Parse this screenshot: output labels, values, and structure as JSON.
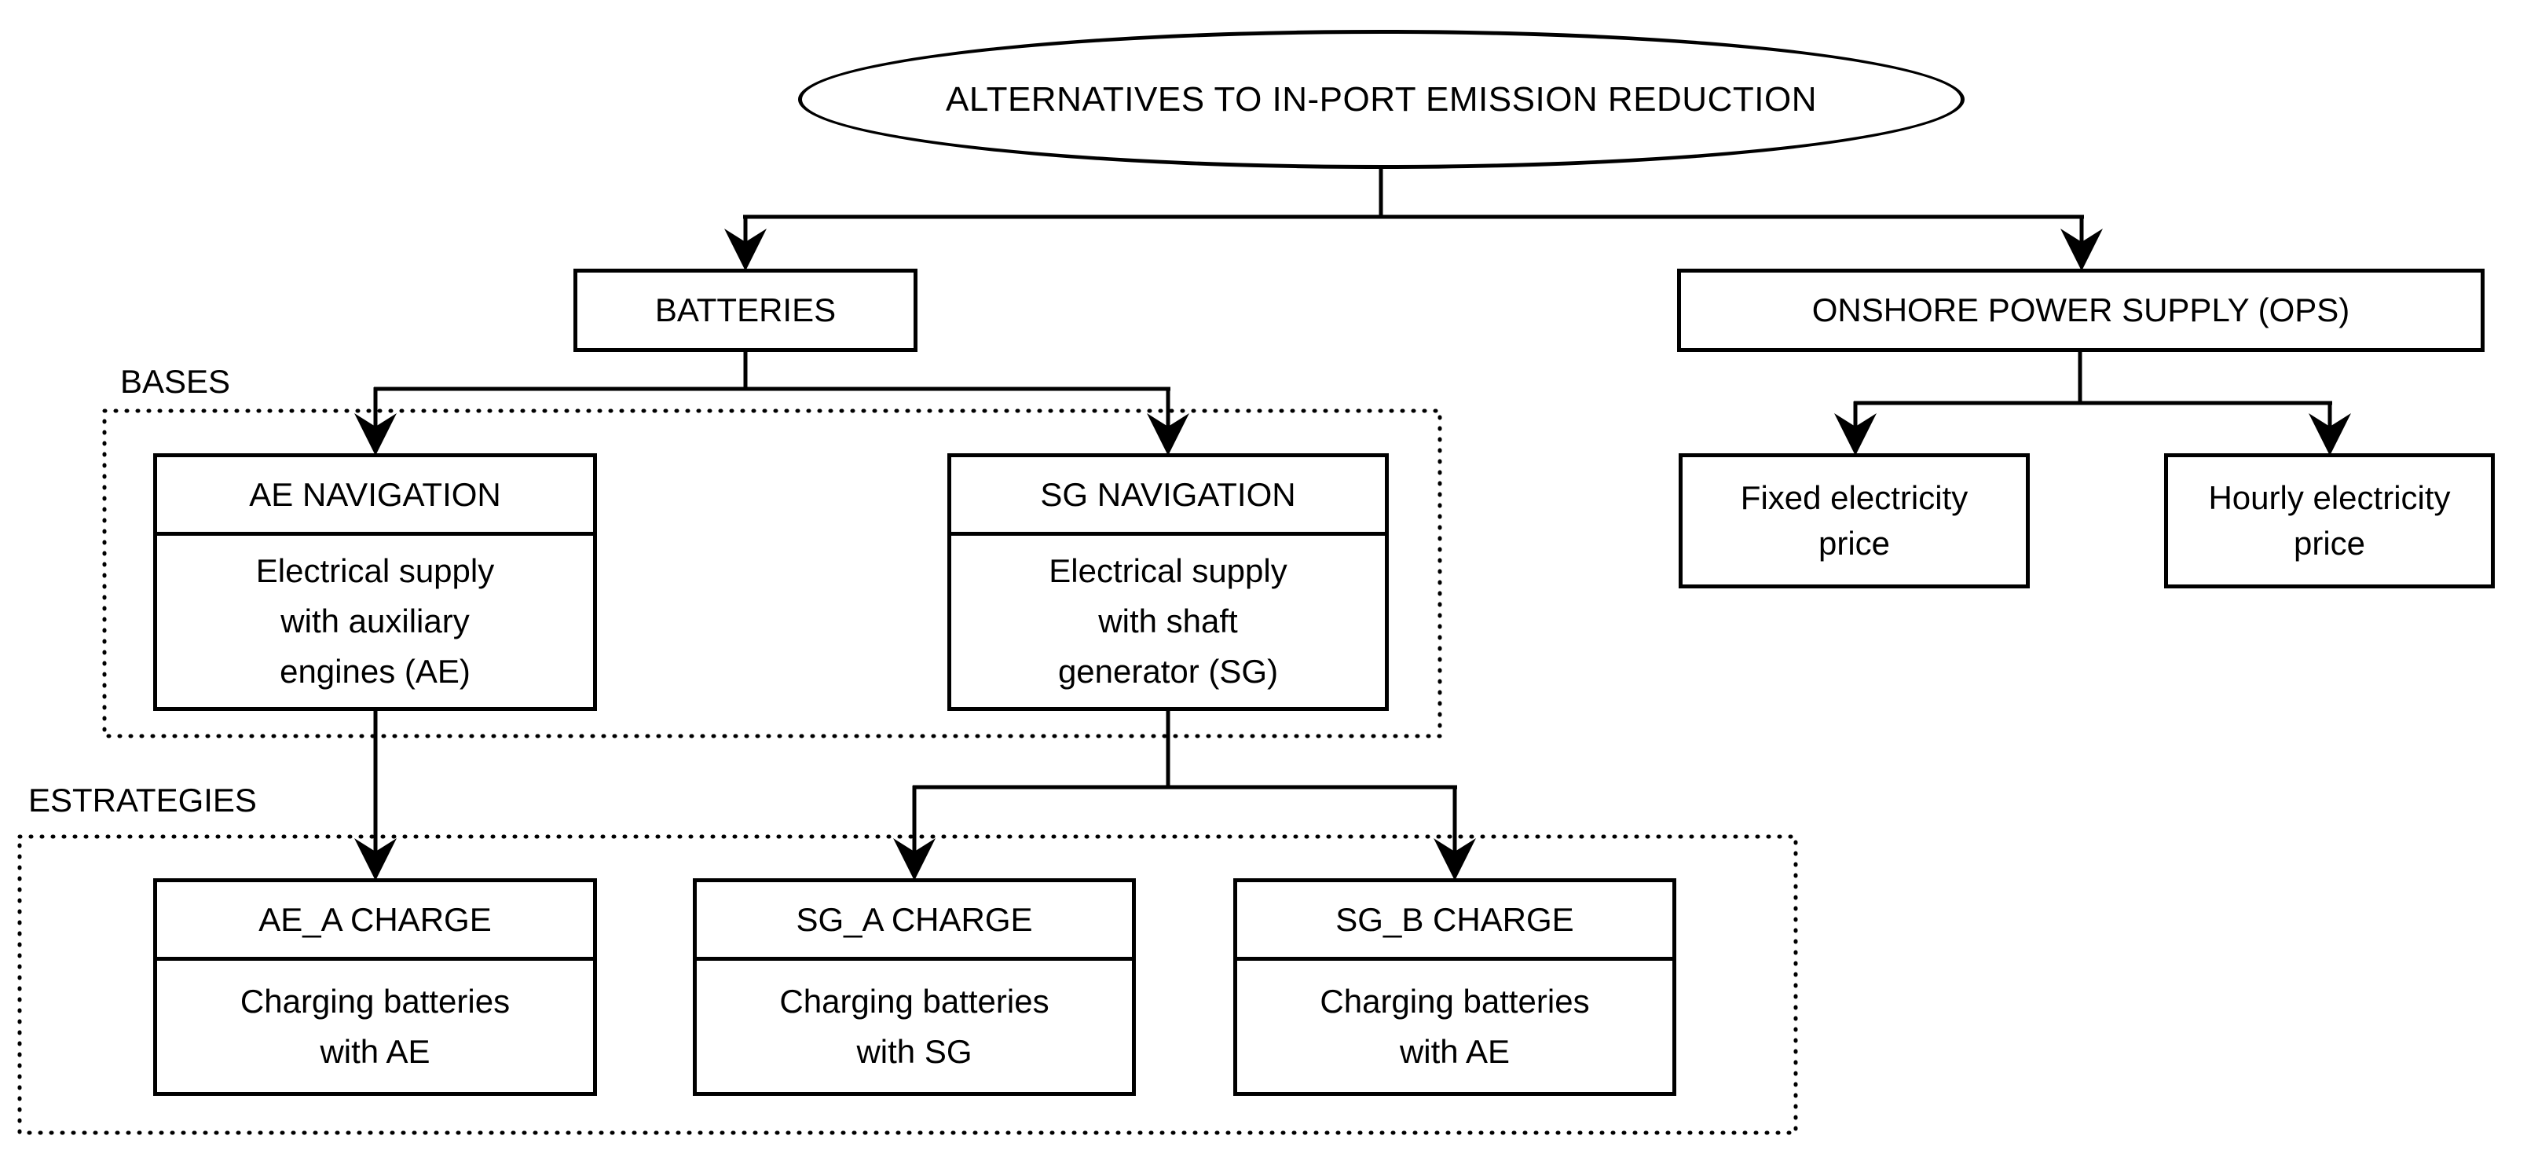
{
  "colors": {
    "ink": "#000000",
    "background": "#ffffff"
  },
  "root": {
    "label": "ALTERNATIVES TO IN-PORT EMISSION REDUCTION"
  },
  "level1": {
    "batteries": {
      "label": "BATTERIES"
    },
    "ops": {
      "label": "ONSHORE POWER SUPPLY (OPS)"
    }
  },
  "groups": {
    "bases": {
      "label": "BASES"
    },
    "estrategies": {
      "label": "ESTRATEGIES"
    }
  },
  "bases_nodes": {
    "ae_navigation": {
      "title": "AE NAVIGATION",
      "description": "Electrical supply\nwith auxiliary\nengines (AE)"
    },
    "sg_navigation": {
      "title": "SG NAVIGATION",
      "description": "Electrical supply\nwith shaft\ngenerator (SG)"
    }
  },
  "estrategies_nodes": {
    "ae_a_charge": {
      "title": "AE_A CHARGE",
      "description": "Charging batteries\nwith AE"
    },
    "sg_a_charge": {
      "title": "SG_A CHARGE",
      "description": "Charging batteries\nwith SG"
    },
    "sg_b_charge": {
      "title": "SG_B CHARGE",
      "description": "Charging batteries\nwith AE"
    }
  },
  "ops_nodes": {
    "fixed": {
      "label": "Fixed electricity\nprice"
    },
    "hourly": {
      "label": "Hourly electricity\nprice"
    }
  }
}
